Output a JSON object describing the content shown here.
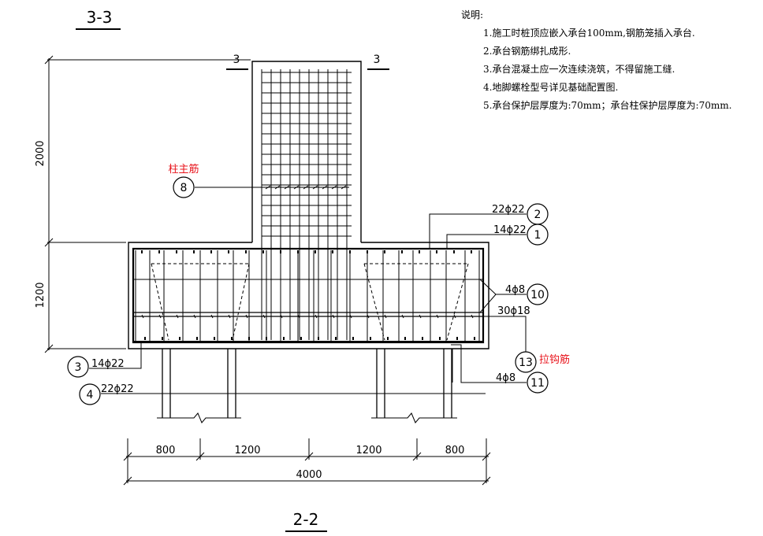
{
  "section_top": "3-3",
  "section_bottom": "2-2",
  "cut_marks": {
    "left": "3",
    "right": "3"
  },
  "notes": {
    "title": "说明:",
    "items": [
      "1.施工时桩顶应嵌入承台100mm,钢筋笼插入承台.",
      "2.承台钢筋绑扎成形.",
      "3.承台混凝土应一次连续浇筑，不得留施工缝.",
      "4.地脚螺栓型号详见基础配置图.",
      "5.承台保护层厚度为:70mm；承台柱保护层厚度为:70mm."
    ]
  },
  "dimensions": {
    "column_height": "2000",
    "cap_height": "1200",
    "spans": [
      "800",
      "1200",
      "1200",
      "800"
    ],
    "total": "4000"
  },
  "rebars": [
    {
      "num": "8",
      "spec": "",
      "label": "柱主筋"
    },
    {
      "num": "2",
      "spec": "22ɸ22",
      "label": ""
    },
    {
      "num": "1",
      "spec": "14ɸ22",
      "label": ""
    },
    {
      "num": "10",
      "spec": "4ɸ8",
      "label": ""
    },
    {
      "num": "",
      "spec": "30ɸ18",
      "label": ""
    },
    {
      "num": "13",
      "spec": "",
      "label": "拉钩筋"
    },
    {
      "num": "11",
      "spec": "4ɸ8",
      "label": ""
    },
    {
      "num": "3",
      "spec": "14ɸ22",
      "label": ""
    },
    {
      "num": "4",
      "spec": "22ɸ22",
      "label": ""
    }
  ],
  "colors": {
    "line": "#000000",
    "annotation": "#e8141c"
  }
}
